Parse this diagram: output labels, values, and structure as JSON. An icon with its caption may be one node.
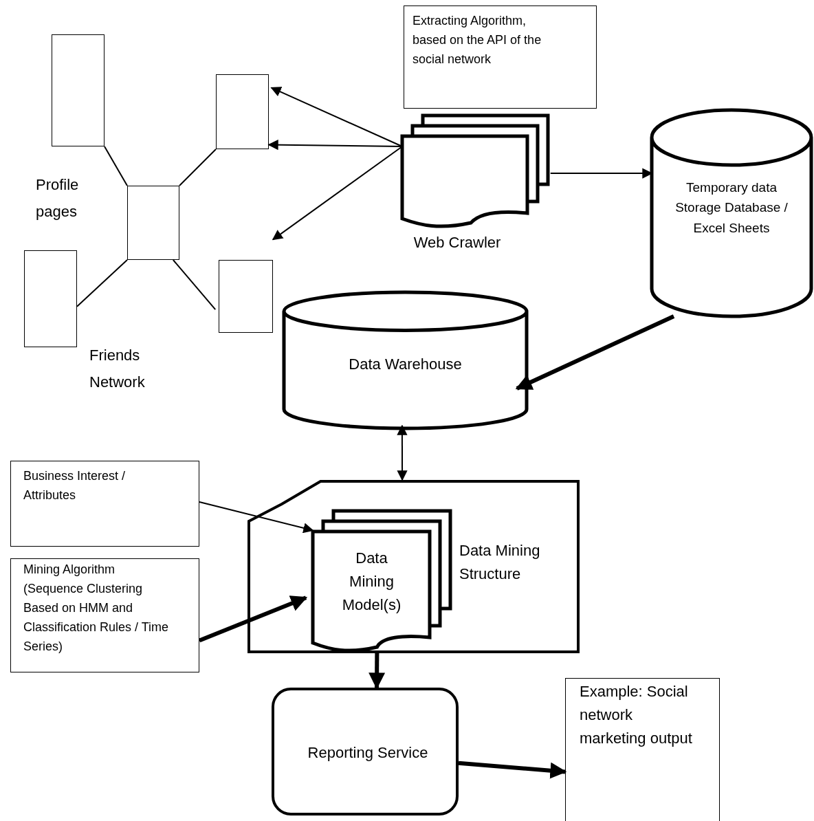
{
  "diagram": {
    "nodes": [
      {
        "text": [
          "Extracting Algorithm, based on the API of the social network"
        ]
      },
      {
        "text": [],
        "shape": "box"
      },
      {
        "text": [],
        "shape": "box"
      },
      {
        "text": [],
        "shape": "box"
      },
      {
        "text": [],
        "shape": "box"
      },
      {
        "text": [],
        "shape": "box"
      },
      {
        "text": [
          "Web Crawler"
        ]
      },
      {
        "text": [
          "Temporary data Storage Database / Excel Sheets"
        ]
      },
      {
        "text": [
          "Data Warehouse"
        ]
      },
      {
        "text": [
          "Data Mining Structure"
        ]
      },
      {
        "text": [
          "Data Mining Model(s)"
        ],
        "in": 9
      },
      {
        "text": [
          "Business Interest / Attributes"
        ]
      },
      {
        "text": [
          "Mining Algorithm (Sequence Clustering Based on HMM and Classification Rules / Time Series)"
        ]
      },
      {
        "text": [
          "Reporting Service"
        ]
      },
      {
        "text": [
          "Example: Social network marketing output"
        ]
      }
    ],
    "edges": [
      {
        "from": 3,
        "to": 1,
        "arrow": "none"
      },
      {
        "from": 3,
        "to": 2,
        "arrow": "none"
      },
      {
        "from": 3,
        "to": 4,
        "arrow": "none"
      },
      {
        "from": 3,
        "to": 5,
        "arrow": "none"
      },
      {
        "from": 6,
        "to": 2,
        "arrow": "to"
      },
      {
        "from": 6,
        "to": 2,
        "arrow": "to"
      },
      {
        "from": 6,
        "to": 5,
        "arrow": "to"
      },
      {
        "from": 6,
        "to": 7,
        "arrow": "to"
      },
      {
        "from": 7,
        "to": 8,
        "arrow": "to",
        "style": "thick"
      },
      {
        "from": 8,
        "to": 9,
        "arrow": "both"
      },
      {
        "from": 11,
        "to": 10,
        "arrow": "to"
      },
      {
        "from": 12,
        "to": 10,
        "arrow": "to",
        "style": "thick"
      },
      {
        "from": 9,
        "to": 13,
        "arrow": "to",
        "style": "thick"
      },
      {
        "from": 13,
        "to": 14,
        "arrow": "to",
        "style": "thick"
      }
    ],
    "labels": [
      "Profile pages",
      "Friends Network"
    ]
  }
}
